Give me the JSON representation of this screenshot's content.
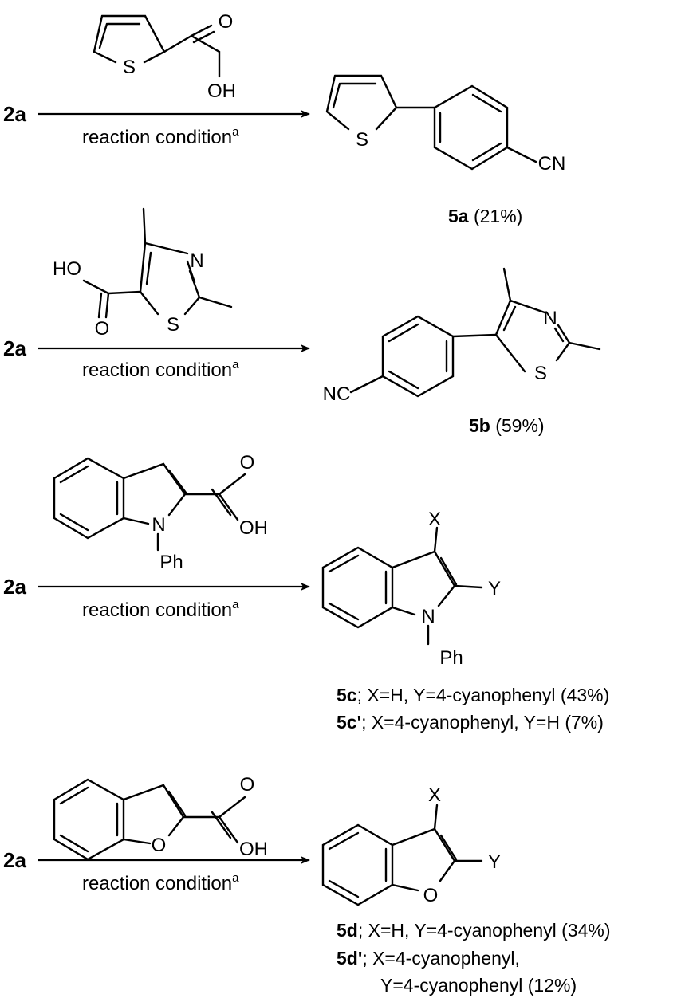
{
  "reactant_label": "2a",
  "condition": {
    "text": "reaction condition",
    "sup": "a"
  },
  "atoms": {
    "S": "S",
    "O": "O",
    "OH": "OH",
    "HO": "HO",
    "N": "N",
    "CN": "CN",
    "NC": "NC",
    "Ph": "Ph",
    "X": "X",
    "Y": "Y"
  },
  "products": {
    "a": {
      "id": "5a",
      "yield": " (21%)"
    },
    "b": {
      "id": "5b",
      "yield": " (59%)"
    },
    "c": {
      "id": "5c",
      "desc": "; X=H, Y=4-cyanophenyl (43%)"
    },
    "c2": {
      "id": "5c'",
      "desc": "; X=4-cyanophenyl, Y=H (7%)"
    },
    "d": {
      "id": "5d",
      "desc": "; X=H, Y=4-cyanophenyl (34%)"
    },
    "d2": {
      "id": "5d'",
      "desc": "; X=4-cyanophenyl,",
      "desc2": "Y=4-cyanophenyl (12%)"
    }
  }
}
